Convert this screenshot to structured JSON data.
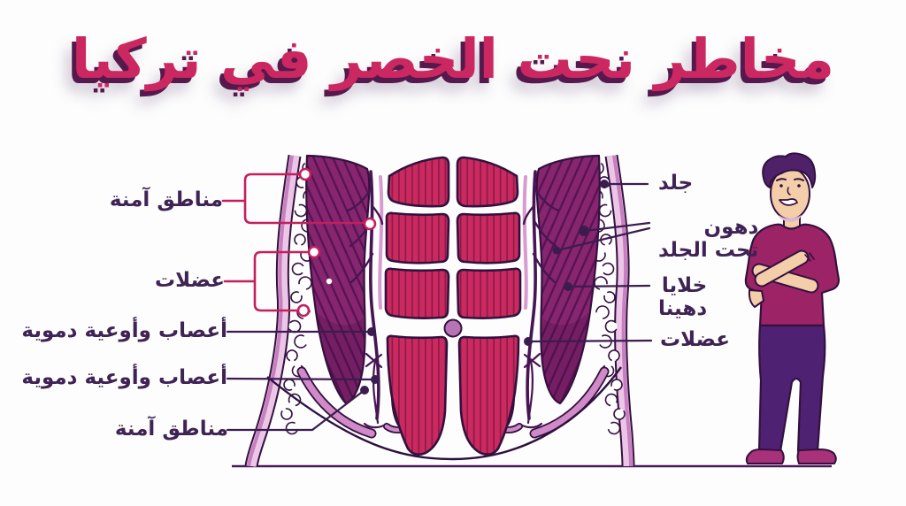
{
  "title": {
    "text": "مخاطر نحت الخصر في تركيا",
    "color": "#cb2760",
    "shadow_color": "#55194e"
  },
  "diagram": {
    "left_labels": [
      {
        "id": "safe-areas-top",
        "text": "مناطق آمنة"
      },
      {
        "id": "muscles-left",
        "text": "عضلات"
      },
      {
        "id": "nerves-vessels-1",
        "text": "أعصاب وأوعية دموية"
      },
      {
        "id": "nerves-vessels-2",
        "text": "أعصاب وأوعية دموية"
      },
      {
        "id": "safe-areas-bottom",
        "text": "مناطق آمنة"
      }
    ],
    "right_labels": [
      {
        "id": "skin",
        "text": "جلد"
      },
      {
        "id": "subcutaneous-fat",
        "lines": [
          "دهون",
          "تحت الجلد"
        ]
      },
      {
        "id": "fat-cells",
        "lines": [
          "خلايا",
          "دهينا"
        ]
      },
      {
        "id": "muscles-right",
        "text": "عضلات"
      }
    ]
  },
  "palette": {
    "background": "#fdfdfd",
    "connector_red": "#c41f5c",
    "connector_dark": "#3b1c4f",
    "outline_ink": "#33113f",
    "label_text": "#3f2355",
    "muscle_red": "#ca2a5f",
    "muscle_red_striation": "#8f1a49",
    "muscle_purple": "#85266f",
    "muscle_purple_striation": "#5a1254",
    "skin_band": "#ecc6e6",
    "skin_band_stripe": "#c77fc0",
    "vessel": "#471553",
    "navel": "#b873b4",
    "man_shirt": "#9c2365",
    "man_pants": "#4f2173",
    "man_skin": "#f4cda9",
    "man_hair": "#4e2168",
    "man_shoes": "#a93179"
  }
}
